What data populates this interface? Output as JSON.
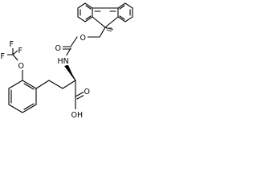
{
  "molecule": {
    "atoms": {
      "o_fmoc_ether": "O",
      "o_carbonyl": "O",
      "nh": "HN",
      "f_top": "F",
      "f_left": "F",
      "f_bottom": "F",
      "o_aryl": "O",
      "o_acid": "O",
      "oh": "OH"
    }
  }
}
